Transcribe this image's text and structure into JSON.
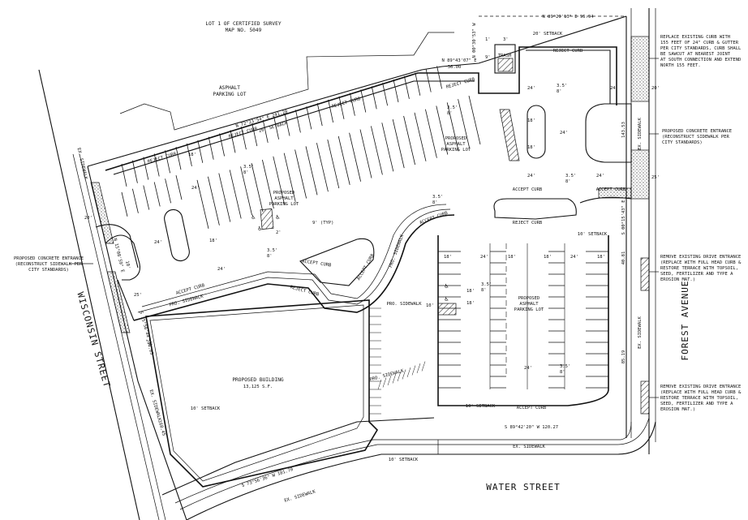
{
  "labels": {
    "lot1_line1": "LOT 1 OF CERTIFIED SURVEY",
    "lot1_line2": "MAP NO. 5049",
    "asphalt_lot_line1": "ASPHALT",
    "asphalt_lot_line2": "PARKING LOT",
    "proposed_lot_line1": "PROPOSED",
    "proposed_lot_line2": "ASPHALT",
    "proposed_lot_line3": "PARKING LOT",
    "proposed_building": "PROPOSED BUILDING",
    "building_area": "13,125 S.F.",
    "trash": "TRASH",
    "typ": "9' (TYP)",
    "reject_curb": "REJECT CURB",
    "accept_curb": "ACCEPT CURB",
    "prop_sidewalk": "PRO. SIDEWALK",
    "ex_sidewalk": "EX. SIDEWALK",
    "setback_20": "20' SETBACK",
    "setback_10": "10' SETBACK",
    "island_1": "3.5'",
    "island_2": "8'",
    "dim_24": "24'",
    "dim_18": "18'",
    "dim_20": "20'",
    "dim_25": "25'",
    "dim_1": "1'",
    "dim_3": "3'",
    "dim_9": "9'",
    "dim_2": "2'",
    "dim_10": "10'",
    "handicap": "♿"
  },
  "bearings": {
    "north_top": "N 89°29'13\" E  95.94",
    "north_trash": "N 89°43'07\" E",
    "north_trash_len": "36.00",
    "north_diag": "N 72°23'54\" E  241.28",
    "south_mid": "S 89°42'20\" W  120.27",
    "south_diag": "S 73°56'36\" W  181.70",
    "east_1": "143.53",
    "east_2": "S 00°15'43\" E",
    "east_3": "40.81",
    "east_4": "85.19",
    "west_1": "S 15°50'44\" W",
    "west_2": "244.93",
    "west_3": "160.45",
    "west_4": "N 15°08'59\" E",
    "vert_small": "N 00°30'53\" W"
  },
  "streets": {
    "wisconsin": "WISCONSIN STREET",
    "forest": "FOREST AVENUE",
    "water": "WATER STREET"
  },
  "notes": {
    "replace_curb": [
      "REPLACE EXISTING CURB WITH",
      "155 FEET OF 24\" CURB & GUTTER",
      "PER CITY STANDARDS, CURB SHALL",
      "BE SAWCUT AT NEAREST JOINT",
      "AT SOUTH CONNECTION AND EXTEND",
      "NORTH 155 FEET."
    ],
    "entrance_east": [
      "PROPOSED CONCRETE ENTRANCE",
      "(RECONSTRUCT SIDEWALK PER",
      "CITY STANDARDS)"
    ],
    "entrance_west": [
      "PROPOSED CONCRETE ENTRANCE",
      "(RECONSTRUCT SIDEWALK PER",
      "CITY STANDARDS)"
    ],
    "remove_drive_1": [
      "REMOVE EXISTING DRIVE ENTRANCE",
      "(REPLACE WITH FULL HEAD CURB &",
      "RESTORE TERRACE WITH TOPSOIL,",
      "SEED, FERTILIZER AND TYPE A",
      "EROSION MAT.)"
    ],
    "remove_drive_2": [
      "REMOVE EXISTING DRIVE ENTRANCE",
      "(REPLACE WITH FULL HEAD CURB &",
      "RESTORE TERRACE WITH TOPSOIL,",
      "SEED, FERTILIZER AND TYPE A",
      "EROSION MAT.)"
    ]
  }
}
